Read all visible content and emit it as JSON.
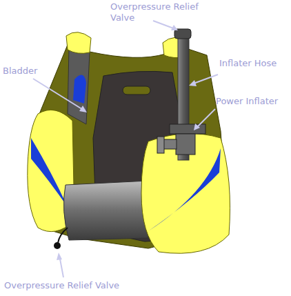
{
  "diagram": {
    "labels": [
      "Overpressure Relief Valve",
      "Bladder",
      "Inflater Hose",
      "Power Inflater",
      "Overpressure Relief Valve"
    ]
  }
}
